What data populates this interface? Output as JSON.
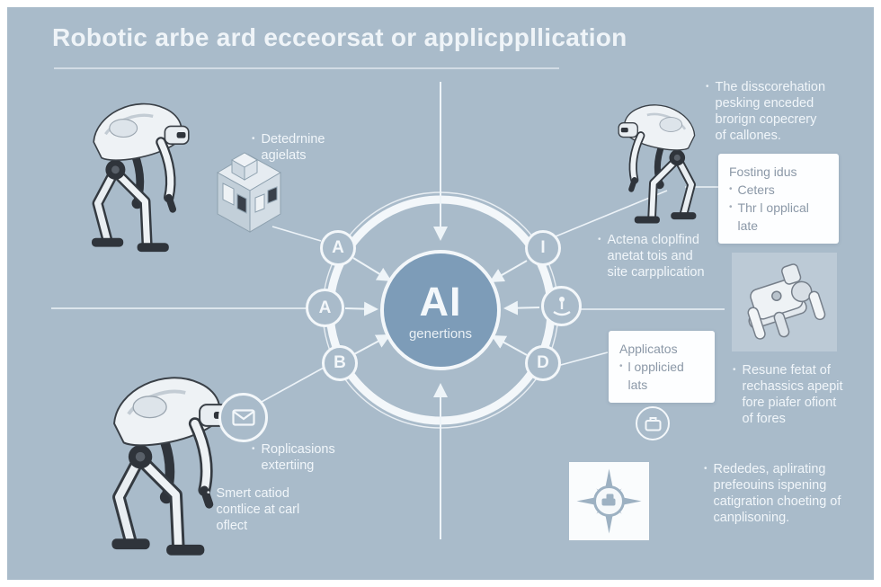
{
  "ui": {
    "bullet": "•"
  },
  "title": "Robotic arbe ard ecceorsat or applicppllication",
  "center": {
    "label": "AI",
    "sublabel": "genertions"
  },
  "nodes": {
    "a_top": "A",
    "a_mid": "A",
    "b": "B",
    "i": "I",
    "d": "D"
  },
  "annotations": {
    "determine": {
      "lines": [
        "Detedrnine",
        "agielats"
      ]
    },
    "discore": {
      "lines": [
        "The disscorehation",
        "pesking enceded",
        "brorign copecrery",
        "of callones."
      ]
    },
    "actena": {
      "lines": [
        "Actena cloplfind",
        "anetat tois and",
        "site carpplication"
      ]
    },
    "resune": {
      "lines": [
        "Resune fetat of",
        "rechassics apepit",
        "fore piafer ofiont",
        "of fores"
      ]
    },
    "rededes": {
      "lines": [
        "Rededes, aplirating",
        "prefeouins ispening",
        "catigration choeting of",
        "canplisoning."
      ]
    },
    "roplicasions": {
      "lines": [
        "Roplicasions",
        "extertiing"
      ]
    },
    "smert": {
      "lines": [
        "Smert catiod",
        "contlice at carl",
        "oflect"
      ]
    }
  },
  "cards": {
    "fosting": {
      "title": "Fosting idus",
      "items": [
        "Ceters",
        "Thr l opplical late"
      ]
    },
    "applicatos": {
      "title": "Applicatos",
      "items": [
        "l opplicied lats"
      ]
    }
  },
  "colors": {
    "background": "#a9bbca",
    "center_circle": "#7d9cb8",
    "line_white": "#f3f7fa",
    "card_bg": "#fdfeff",
    "card_text": "#8b98a7",
    "robot_dark": "#2f343b",
    "robot_light": "#eef2f5",
    "compass": "#9db1c2"
  }
}
